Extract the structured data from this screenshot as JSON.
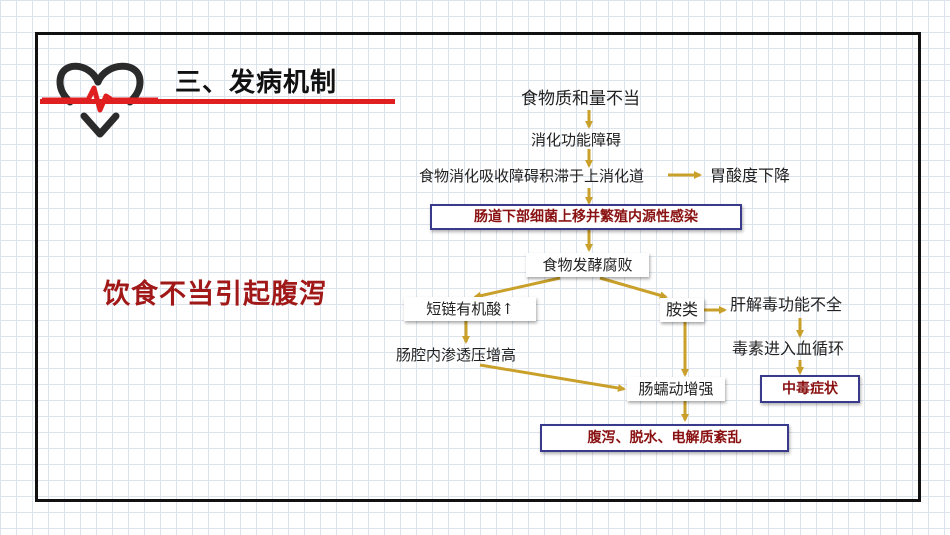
{
  "slide": {
    "title": "三、发病机制",
    "subtitle": "饮食不当引起腹泻"
  },
  "flow": {
    "n1": "食物质和量不当",
    "n2": "消化功能障碍",
    "n3": "食物消化吸收障碍积滞于上消化道",
    "n3_side": "胃酸度下降",
    "n4": "肠道下部细菌上移并繁殖内源性感染",
    "n5": "食物发酵腐败",
    "n6": "短链有机酸↑",
    "n7": "肠腔内渗透压增高",
    "n8": "胺类",
    "n9": "肝解毒功能不全",
    "n10": "毒素进入血循环",
    "n11": "中毒症状",
    "n12": "肠蠕动增强",
    "n13": "腹泻、脱水、电解质紊乱"
  },
  "colors": {
    "accent_red": "#e02020",
    "arrow_gold": "#c9a02a",
    "box_border": "#3a3a8c",
    "box_text": "#8a1111"
  }
}
